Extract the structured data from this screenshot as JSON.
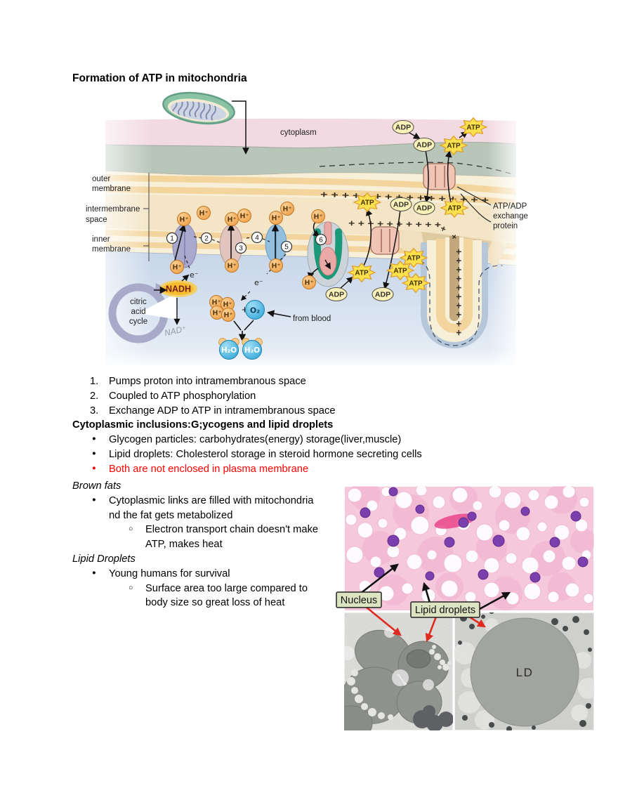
{
  "page": {
    "title": "Formation of ATP in mitochondria"
  },
  "diagram": {
    "labels": {
      "cytoplasm": "cytoplasm",
      "outer_membrane": [
        "outer",
        "membrane"
      ],
      "intermembrane_space": [
        "intermembrane",
        "space"
      ],
      "inner_membrane": [
        "inner",
        "membrane"
      ],
      "exchange_protein": [
        "ATP/ADP",
        "exchange",
        "protein"
      ],
      "citric_acid_cycle": [
        "citric",
        "acid",
        "cycle"
      ],
      "nadh": "NADH",
      "nad_plus": "NAD⁺",
      "from_blood": "from blood",
      "h_plus": "H⁺",
      "e_minus": "e⁻",
      "o2": "O₂",
      "h2o": "H₂O",
      "atp": "ATP",
      "adp": "ADP",
      "plus_charge": "+"
    },
    "charges": {
      "row1": "+ + + + + + + + + + + + + + + +",
      "row2": "+ + + + + + + + + +",
      "column": "+ + + + + + + + + +"
    },
    "complex_numbers": [
      "1",
      "2",
      "3",
      "4",
      "5",
      "6"
    ]
  },
  "notes": {
    "numbered": [
      {
        "marker": "1.",
        "text": "Pumps proton into intramembranous space"
      },
      {
        "marker": "2.",
        "text": "Coupled to ATP phosphorylation"
      },
      {
        "marker": "3.",
        "text": "Exchange ADP to ATP in intramembranous space"
      }
    ],
    "bullet_marker": "●",
    "sub_bullet_marker": "○",
    "inclusions_header": "Cytoplasmic inclusions:G;ycogens and lipid droplets",
    "inclusion_bullets": [
      {
        "text": "Glycogen particles: carbohydrates(energy) storage(liver,muscle)"
      },
      {
        "text": "Lipid droplets: Cholesterol storage in steroid hormone secreting cells"
      },
      {
        "text": "Both are not enclosed in plasma membrane"
      }
    ],
    "brown_fats_header": "Brown fats",
    "brown_fats_bullet": "Cytoplasmic links are filled with mitochondria nd the fat gets metabolized",
    "brown_fats_sub_bullet": "Electron transport chain doesn't make ATP, makes heat",
    "lipid_droplets_header": "Lipid Droplets",
    "lipid_droplets_bullet": "Young humans for survival",
    "lipid_droplets_sub_bullet": "Surface area too large compared to body size so great loss of heat"
  },
  "figures": {
    "nucleus_label": "Nucleus",
    "lipid_droplets_label": "Lipid droplets",
    "ld_annotation": "LD"
  },
  "colors": {
    "red_text": "#ff0000",
    "cytoplasm_pink": "#f2dae2",
    "outside_green": "#b8c6ba",
    "membrane_cream": "#f7efd8",
    "membrane_orange": "#f3d49d",
    "intermembrane_beige": "#f3e5c6",
    "matrix_blue": "#cbd9ea",
    "annotation_box_bg": "#dbe3c1",
    "annotation_arrow_red": "#e02a20",
    "atp_yellow": "#fce14e",
    "adp_yellow": "#faf2b8",
    "hplus_orange": "#f2a452"
  }
}
